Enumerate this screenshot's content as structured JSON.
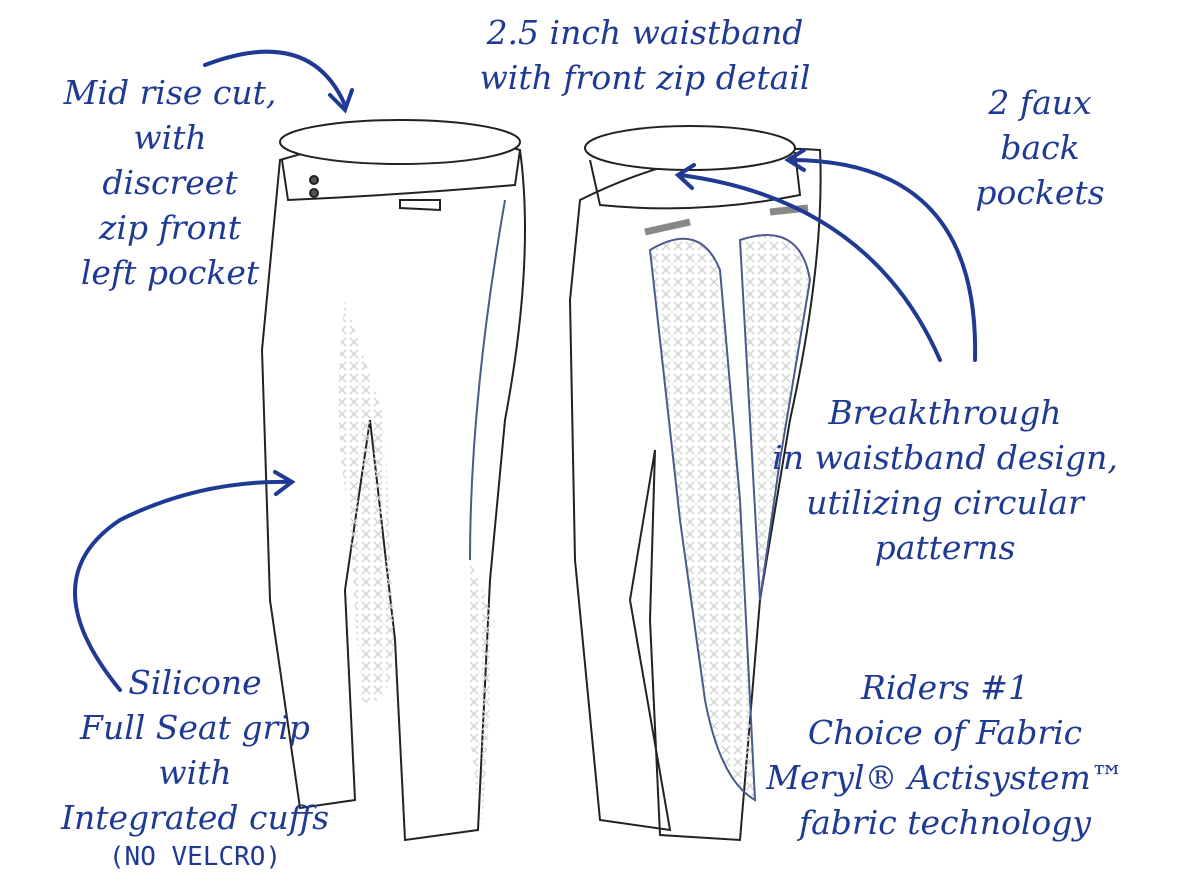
{
  "colors": {
    "annotation": "#1f3a93",
    "outline": "#222222",
    "seam": "#4a5a8a",
    "grip": "#d8d8d8"
  },
  "callouts": {
    "mid_rise": [
      "Mid rise cut,",
      "with",
      "discreet",
      "zip front",
      "left pocket"
    ],
    "waistband": [
      "2.5 inch waistband",
      "with front zip detail"
    ],
    "back_pockets": [
      "2 faux",
      "back",
      "pockets"
    ],
    "breakthrough": [
      "Breakthrough",
      "in waistband design,",
      "utilizing circular",
      "patterns"
    ],
    "silicone": [
      "Silicone",
      "Full Seat grip",
      "with",
      "Integrated cuffs"
    ],
    "silicone_note": "(NO VELCRO)",
    "fabric": [
      "Riders #1",
      "Choice of Fabric",
      "Meryl® Actisystem™",
      "fabric technology"
    ]
  }
}
